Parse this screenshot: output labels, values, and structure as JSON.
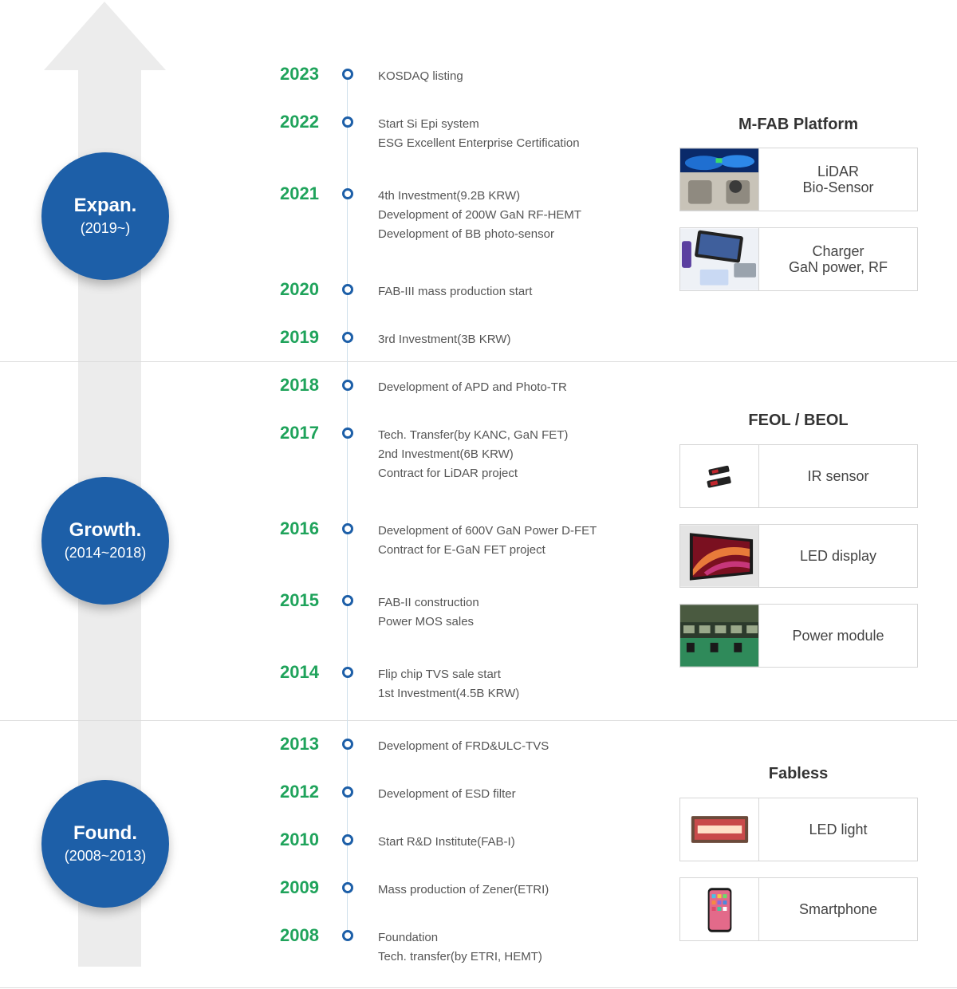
{
  "phases": [
    {
      "title": "Expan.",
      "range": "(2019~)"
    },
    {
      "title": "Growth.",
      "range": "(2014~2018)"
    },
    {
      "title": "Found.",
      "range": "(2008~2013)"
    }
  ],
  "timeline": [
    {
      "year": "2023",
      "events": [
        "KOSDAQ listing"
      ]
    },
    {
      "year": "2022",
      "events": [
        "Start Si Epi system",
        "ESG Excellent Enterprise Certification"
      ]
    },
    {
      "year": "2021",
      "events": [
        "4th Investment(9.2B KRW)",
        "Development of 200W GaN RF-HEMT",
        "Development of BB photo-sensor"
      ]
    },
    {
      "year": "2020",
      "events": [
        "FAB-III mass production start"
      ]
    },
    {
      "year": "2019",
      "events": [
        "3rd Investment(3B KRW)"
      ]
    },
    {
      "year": "2018",
      "events": [
        "Development of APD and Photo-TR"
      ]
    },
    {
      "year": "2017",
      "events": [
        "Tech. Transfer(by KANC, GaN FET)",
        "2nd Investment(6B  KRW)",
        "Contract for LiDAR project"
      ]
    },
    {
      "year": "2016",
      "events": [
        "Development of 600V GaN Power D-FET",
        "Contract for E-GaN FET project"
      ]
    },
    {
      "year": "2015",
      "events": [
        "FAB-II construction",
        "Power MOS sales"
      ]
    },
    {
      "year": "2014",
      "events": [
        "Flip chip TVS sale start",
        "1st Investment(4.5B KRW)"
      ]
    },
    {
      "year": "2013",
      "events": [
        "Development of FRD&ULC-TVS"
      ]
    },
    {
      "year": "2012",
      "events": [
        "Development of ESD filter"
      ]
    },
    {
      "year": "2010",
      "events": [
        "Start R&D Institute(FAB-I)"
      ]
    },
    {
      "year": "2009",
      "events": [
        "Mass production of Zener(ETRI)"
      ]
    },
    {
      "year": "2008",
      "events": [
        "Foundation",
        "Tech. transfer(by ETRI, HEMT)"
      ]
    }
  ],
  "groups": [
    {
      "title": "M-FAB Platform",
      "cards": [
        {
          "lines": [
            "LiDAR",
            "Bio-Sensor"
          ],
          "icon": "car-interior-image"
        },
        {
          "lines": [
            "Charger",
            "GaN power, RF"
          ],
          "icon": "charger-device-image"
        }
      ]
    },
    {
      "title": "FEOL / BEOL",
      "cards": [
        {
          "lines": [
            "IR sensor"
          ],
          "icon": "ir-sensor-image"
        },
        {
          "lines": [
            "LED display"
          ],
          "icon": "led-display-image"
        },
        {
          "lines": [
            "Power module"
          ],
          "icon": "power-module-image"
        }
      ]
    },
    {
      "title": "Fabless",
      "cards": [
        {
          "lines": [
            "LED light"
          ],
          "icon": "led-light-image"
        },
        {
          "lines": [
            "Smartphone"
          ],
          "icon": "smartphone-image"
        }
      ]
    }
  ],
  "colors": {
    "phase": "#1d5fa8",
    "year": "#1fa35b",
    "dot": "#1d5fa8",
    "arrow": "#ececec"
  }
}
